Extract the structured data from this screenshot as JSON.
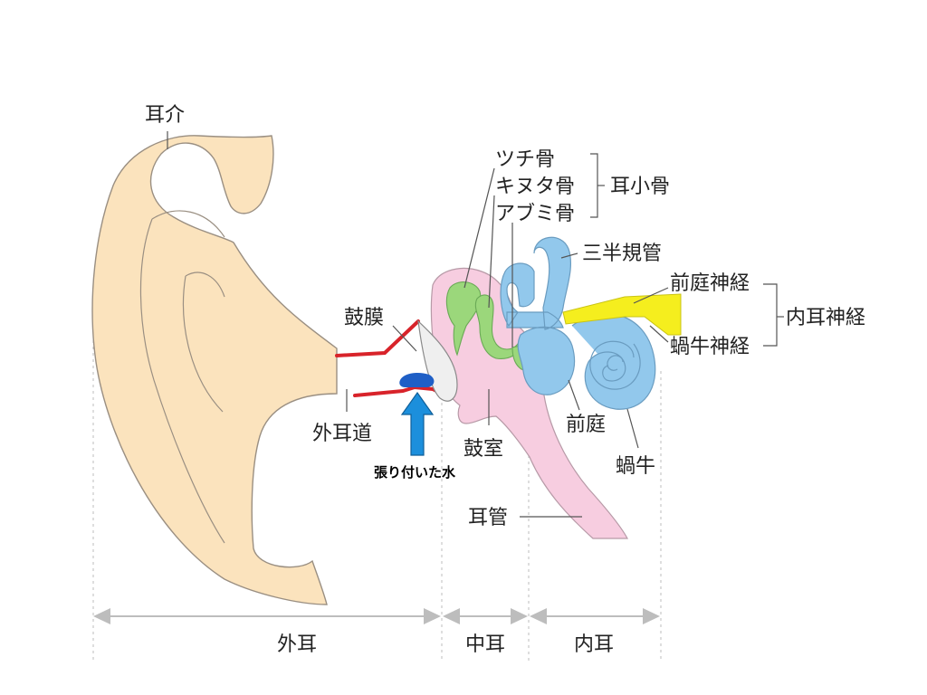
{
  "labels": {
    "pinna": "耳介",
    "malleus": "ツチ骨",
    "incus": "キヌタ骨",
    "stapes": "アブミ骨",
    "ossicles": "耳小骨",
    "semicircular_canals": "三半規管",
    "vestibular_nerve": "前庭神経",
    "cochlear_nerve": "蝸牛神経",
    "inner_ear_nerve": "内耳神経",
    "eardrum": "鼓膜",
    "ear_canal": "外耳道",
    "tympanic_cavity": "鼓室",
    "vestibule": "前庭",
    "cochlea": "蝸牛",
    "eustachian_tube": "耳管",
    "stuck_water": "張り付いた水",
    "outer_ear": "外耳",
    "middle_ear": "中耳",
    "inner_ear": "内耳"
  },
  "colors": {
    "pinna": "#fbe3bd",
    "middle_ear": "#f7cde0",
    "ossicles": "#9bd77b",
    "inner_ear": "#92c8ec",
    "nerve": "#f5ee1e",
    "canal_wall": "#d8232a",
    "eardrum": "#efefef",
    "water": "#1f5fc6",
    "arrow": "#1c8fdc",
    "range_arrow": "#bdbdbd"
  },
  "icons": {
    "water_arrow": "up-arrow-icon"
  }
}
